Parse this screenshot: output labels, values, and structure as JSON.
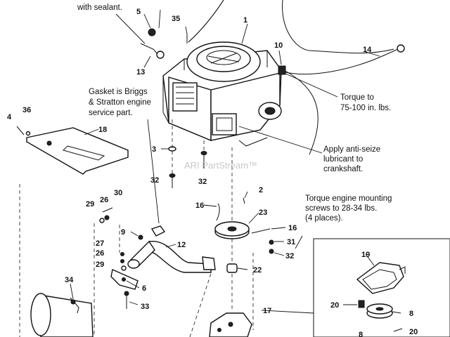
{
  "notes": {
    "sealant": "with sealant.",
    "gasket": [
      "Gasket is Briggs",
      "& Stratton engine",
      "service part."
    ],
    "torque_pto": [
      "Torque to",
      "75-100 in. lbs."
    ],
    "antiseize": [
      "Apply anti-seize",
      "lubricant to",
      "crankshaft."
    ],
    "torque_mount": [
      "Torque engine mounting",
      "screws to 28-34 lbs.",
      "(4 places)."
    ]
  },
  "watermark": "ARI PartStream™",
  "callouts": {
    "c1": "1",
    "c2": "2",
    "c3": "3",
    "c4": "4",
    "c5": "5",
    "c6": "6",
    "c8a": "8",
    "c8b": "8",
    "c9": "9",
    "c10": "10",
    "c12": "12",
    "c13": "13",
    "c14": "14",
    "c16a": "16",
    "c16b": "16",
    "c17": "17",
    "c18": "18",
    "c19": "19",
    "c20a": "20",
    "c20b": "20",
    "c22": "22",
    "c23": "23",
    "c26a": "26",
    "c26b": "26",
    "c27": "27",
    "c29a": "29",
    "c29b": "29",
    "c30": "30",
    "c31": "31",
    "c32a": "32",
    "c32b": "32",
    "c32c": "32",
    "c33": "33",
    "c34": "34",
    "c35": "35",
    "c36": "36"
  }
}
